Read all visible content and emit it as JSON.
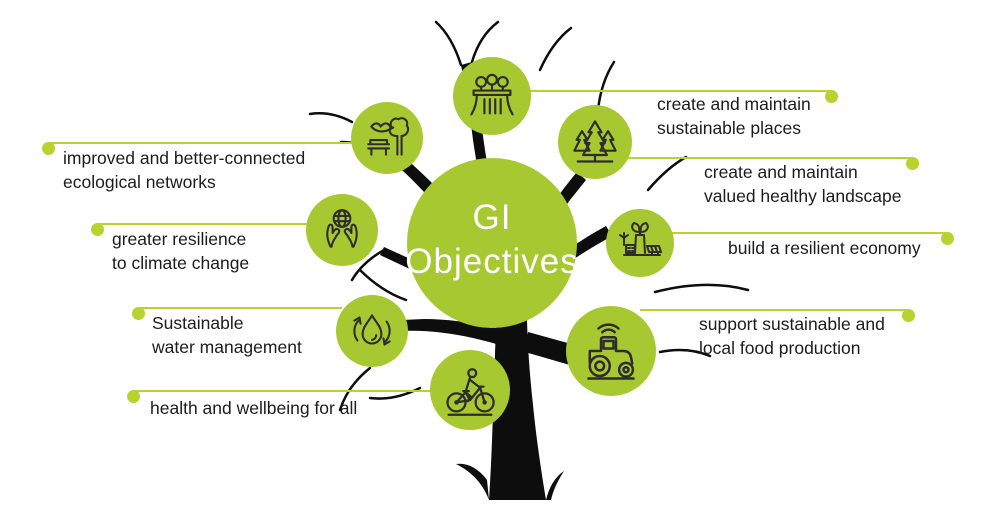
{
  "title": {
    "line1": "GI",
    "line2": "Objectives"
  },
  "colors": {
    "circle_green": "#a8c832",
    "connector_green": "#b6d32f",
    "icon_stroke": "#2d2d2d",
    "tree_black": "#0d0d0d",
    "text": "#1c1c1c",
    "center_text": "#ffffff"
  },
  "objectives": [
    {
      "label_line1": "improved and better-connected",
      "label_line2": "ecological networks",
      "icon": "bird-bench-tree-icon",
      "side": "left"
    },
    {
      "label_line1": "greater resilience",
      "label_line2": "to climate change",
      "icon": "hands-globe-icon",
      "side": "left"
    },
    {
      "label_line1": "Sustainable",
      "label_line2": "water management",
      "icon": "water-cycle-icon",
      "side": "left"
    },
    {
      "label_line1": "health and wellbeing for all",
      "label_line2": "",
      "icon": "bicycle-icon",
      "side": "left"
    },
    {
      "label_line1": "create and maintain",
      "label_line2": "sustainable places",
      "icon": "park-trees-icon",
      "side": "right"
    },
    {
      "label_line1": "create and maintain",
      "label_line2": "valued healthy landscape",
      "icon": "pine-trees-icon",
      "side": "right"
    },
    {
      "label_line1": "build a resilient economy",
      "label_line2": "",
      "icon": "green-economy-icon",
      "side": "right"
    },
    {
      "label_line1": "support sustainable and",
      "label_line2": "local food production",
      "icon": "smart-tractor-icon",
      "side": "right"
    }
  ]
}
